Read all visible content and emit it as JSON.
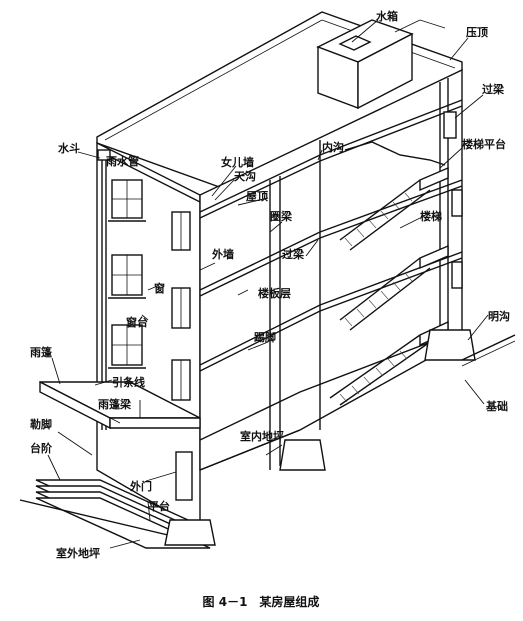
{
  "labels": {
    "water_tank": "水箱",
    "coping": "压顶",
    "lintel_right": "过梁",
    "rain_hopper": "水斗",
    "downpipe": "雨水管",
    "parapet": "女儿墙",
    "gutter": "天沟",
    "inner_gutter": "内沟",
    "stair_landing": "楼梯平台",
    "roof": "屋顶",
    "ring_beam": "圈梁",
    "stair": "楼梯",
    "exterior_wall": "外墙",
    "lintel_middle": "过梁",
    "window": "窗",
    "floor_slab": "楼板层",
    "window_sill": "窗台",
    "skirting": "踢脚",
    "open_drain": "明沟",
    "canopy": "雨篷",
    "drip_line": "引条线",
    "canopy_beam": "雨篷梁",
    "foundation": "基础",
    "plinth": "勒脚",
    "indoor_floor": "室内地坪",
    "steps": "台阶",
    "exterior_door": "外门",
    "platform": "平台",
    "outdoor_ground": "室外地坪"
  },
  "caption": "图 4－1　某房屋组成"
}
